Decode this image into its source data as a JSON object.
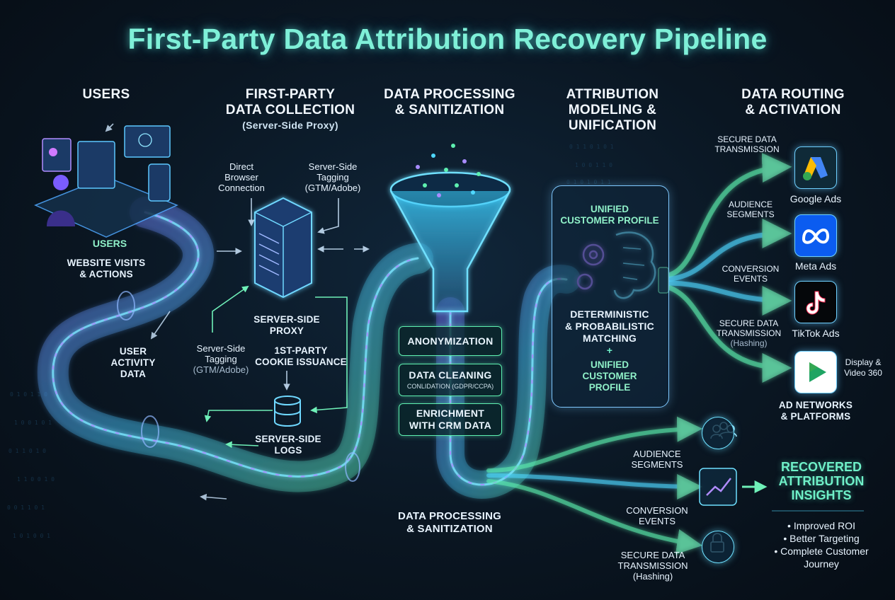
{
  "title": "First-Party Data Attribution Recovery Pipeline",
  "columns": {
    "users": {
      "heading": "USERS"
    },
    "collection": {
      "heading_1": "FIRST-PARTY",
      "heading_2": "DATA COLLECTION",
      "subtitle": "(Server-Side Proxy)"
    },
    "processing": {
      "heading_1": "DATA PROCESSING",
      "heading_2": "& SANITIZATION"
    },
    "attribution": {
      "heading_1": "ATTRIBUTION",
      "heading_2": "MODELING &",
      "heading_3": "UNIFICATION"
    },
    "routing": {
      "heading_1": "DATA ROUTING",
      "heading_2": "& ACTIVATION"
    }
  },
  "users_section": {
    "label": "USERS",
    "visits_1": "WEBSITE VISITS",
    "visits_2": "& ACTIONS",
    "activity_1": "USER",
    "activity_2": "ACTIVITY",
    "activity_3": "DATA"
  },
  "collection_section": {
    "direct_1": "Direct",
    "direct_2": "Browser",
    "direct_3": "Connection",
    "sst_top_1": "Server-Side",
    "sst_top_2": "Tagging",
    "sst_top_3": "(GTM/Adobe)",
    "proxy_1": "SERVER-SIDE",
    "proxy_2": "PROXY",
    "sst_left_1": "Server-Side",
    "sst_left_2": "Tagging",
    "sst_left_3": "(GTM/Adobe)",
    "cookie_1": "1ST-PARTY",
    "cookie_2": "COOKIE ISSUANCE",
    "logs_1": "SERVER-SIDE",
    "logs_2": "LOGS"
  },
  "processing_section": {
    "steps": [
      {
        "label": "ANONYMIZATION",
        "sub": ""
      },
      {
        "label": "DATA CLEANING",
        "sub": "CONLIDATION (GDPR/CCPA)"
      },
      {
        "label_1": "ENRICHMENT",
        "label_2": "WITH CRM DATA"
      }
    ],
    "bottom_1": "DATA PROCESSING",
    "bottom_2": "& SANITIZATION"
  },
  "attribution_section": {
    "profile_top_1": "UNIFIED",
    "profile_top_2": "CUSTOMER PROFILE",
    "matching_1": "DETERMINISTIC",
    "matching_2": "& PROBABILISTIC",
    "matching_3": "MATCHING",
    "plus": "+",
    "profile_bottom_1": "UNIFIED",
    "profile_bottom_2": "CUSTOMER",
    "profile_bottom_3": "PROFILE"
  },
  "routing_section": {
    "secure_1": "SECURE DATA",
    "secure_2": "TRANSMISSION",
    "audience_1": "AUDIENCE",
    "audience_2": "SEGMENTS",
    "conversion_1": "CONVERSION",
    "conversion_2": "EVENTS",
    "secure_hash_1": "SECURE DATA",
    "secure_hash_2": "TRANSMISSION",
    "secure_hash_3": "(Hashing)",
    "platforms": [
      {
        "name": "Google Ads",
        "icon": "google-ads-icon"
      },
      {
        "name": "Meta Ads",
        "icon": "meta-icon"
      },
      {
        "name": "TikTok Ads",
        "icon": "tiktok-icon"
      },
      {
        "name_1": "Display &",
        "name_2": "Video 360",
        "icon": "display-video-icon"
      }
    ],
    "networks_1": "AD NETWORKS",
    "networks_2": "& PLATFORMS"
  },
  "insights_section": {
    "audience_1": "AUDIENCE",
    "audience_2": "SEGMENTS",
    "conversion_1": "CONVERSION",
    "conversion_2": "EVENTS",
    "secure_1": "SECURE DATA",
    "secure_2": "TRANSMISSION",
    "secure_3": "(Hashing)",
    "heading_1": "RECOVERED",
    "heading_2": "ATTRIBUTION",
    "heading_3": "INSIGHTS",
    "bullets": [
      "• Improved ROI",
      "• Better Targeting",
      "• Complete Customer",
      "Journey"
    ]
  },
  "colors": {
    "accent_green": "#5ef0b0",
    "accent_cyan": "#4fd8ff",
    "accent_purple": "#a77cff",
    "title": "#7ff0d8",
    "background": "#0a1622"
  }
}
